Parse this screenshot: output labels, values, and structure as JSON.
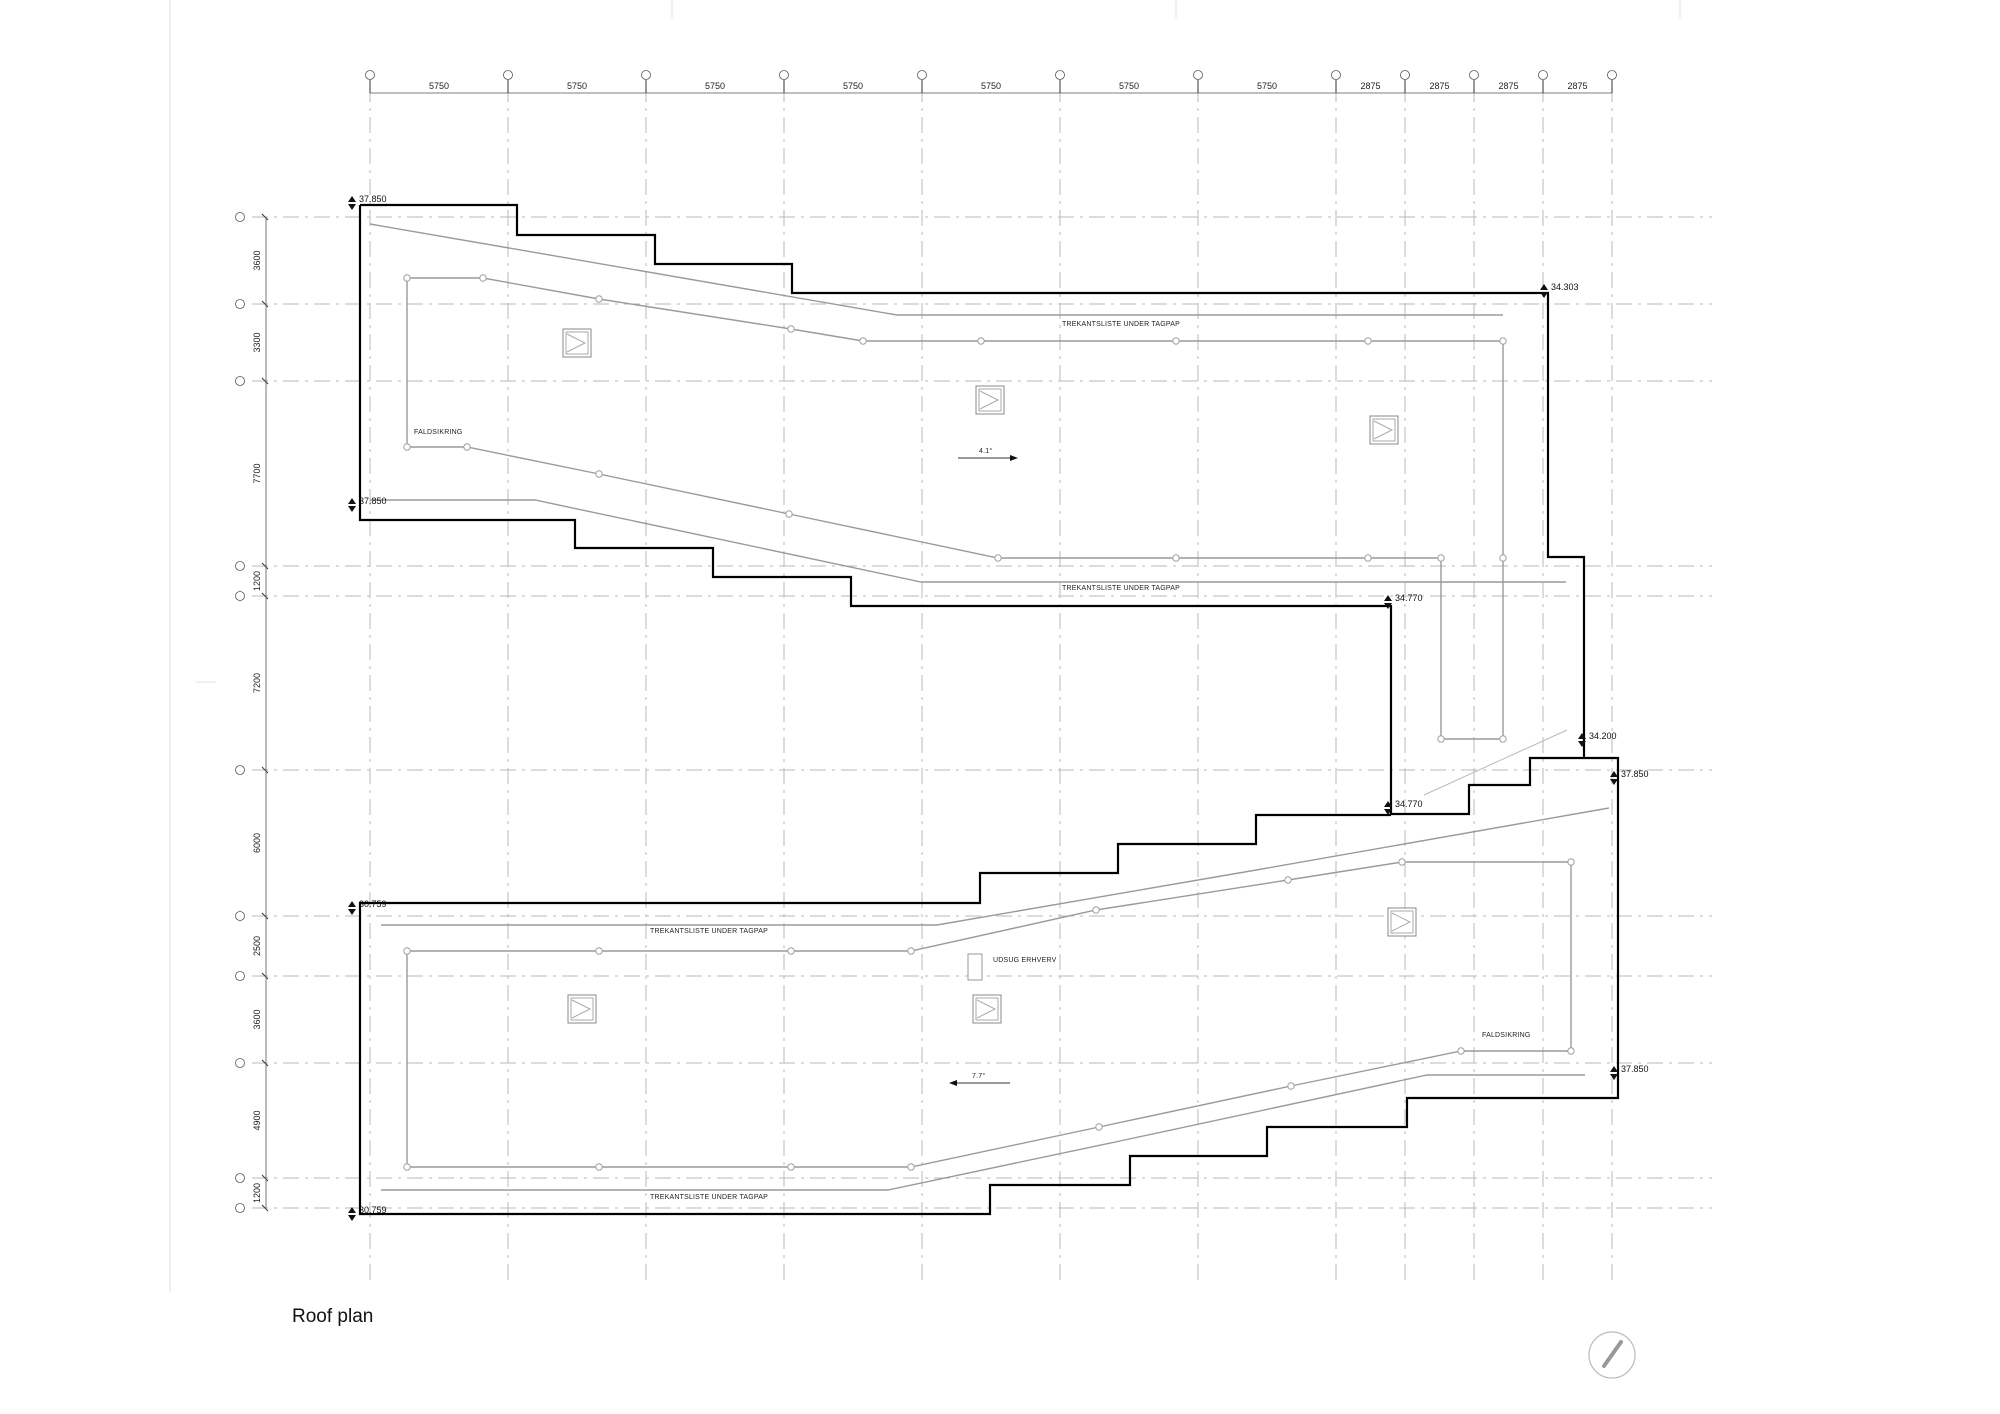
{
  "title": "Roof plan",
  "labels": {
    "trekant": "TREKANTSLISTE UNDER TAGPAP",
    "faldsikring": "FALDSIKRING",
    "udsug": "UDSUG ERHVERV"
  },
  "slopes": {
    "upper": "4.1°",
    "lower": "7.7°"
  },
  "levels": {
    "top_left_upper": "37.850",
    "top_right_upper": "34.303",
    "bottom_left_upper": "37.850",
    "inner_top": "34.770",
    "inner_bottom": "34.770",
    "right_mid": "34.200",
    "right_lower_top": "37.850",
    "right_lower_bottom": "37.850",
    "lower_top_left": "30.759",
    "lower_bottom_left": "30.759"
  },
  "column_dimensions": [
    "5750",
    "5750",
    "5750",
    "5750",
    "5750",
    "5750",
    "5750",
    "2875",
    "2875",
    "2875",
    "2875"
  ],
  "row_dimensions": [
    "3600",
    "3300",
    "7700",
    "1200",
    "7200",
    "6000",
    "2500",
    "3600",
    "4900",
    "1200"
  ],
  "colors": {
    "outline": "#000000",
    "grid": "#b9b9b9",
    "rail": "#9a9a9a"
  },
  "icons": [
    "north-arrow-icon",
    "roof-drain-icon"
  ]
}
